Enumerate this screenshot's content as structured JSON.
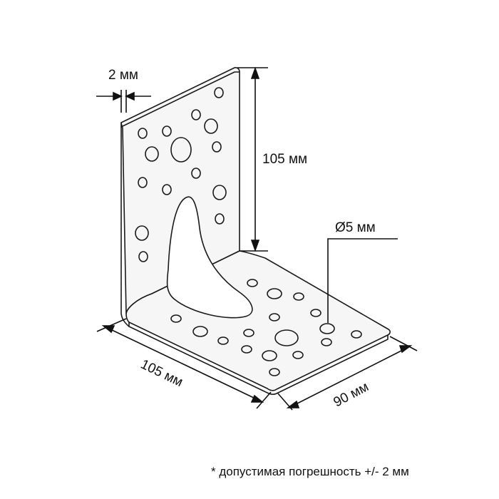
{
  "dimensions": {
    "thickness": "2 мм",
    "height": "105 мм",
    "hole_diameter": "Ø5 мм",
    "length": "105 мм",
    "width": "90 мм"
  },
  "footnote": "* допустимая погрешность +/- 2 мм",
  "colors": {
    "line": "#1a1a1a",
    "plate_fill": "#f4f4f4",
    "background": "#ffffff"
  }
}
